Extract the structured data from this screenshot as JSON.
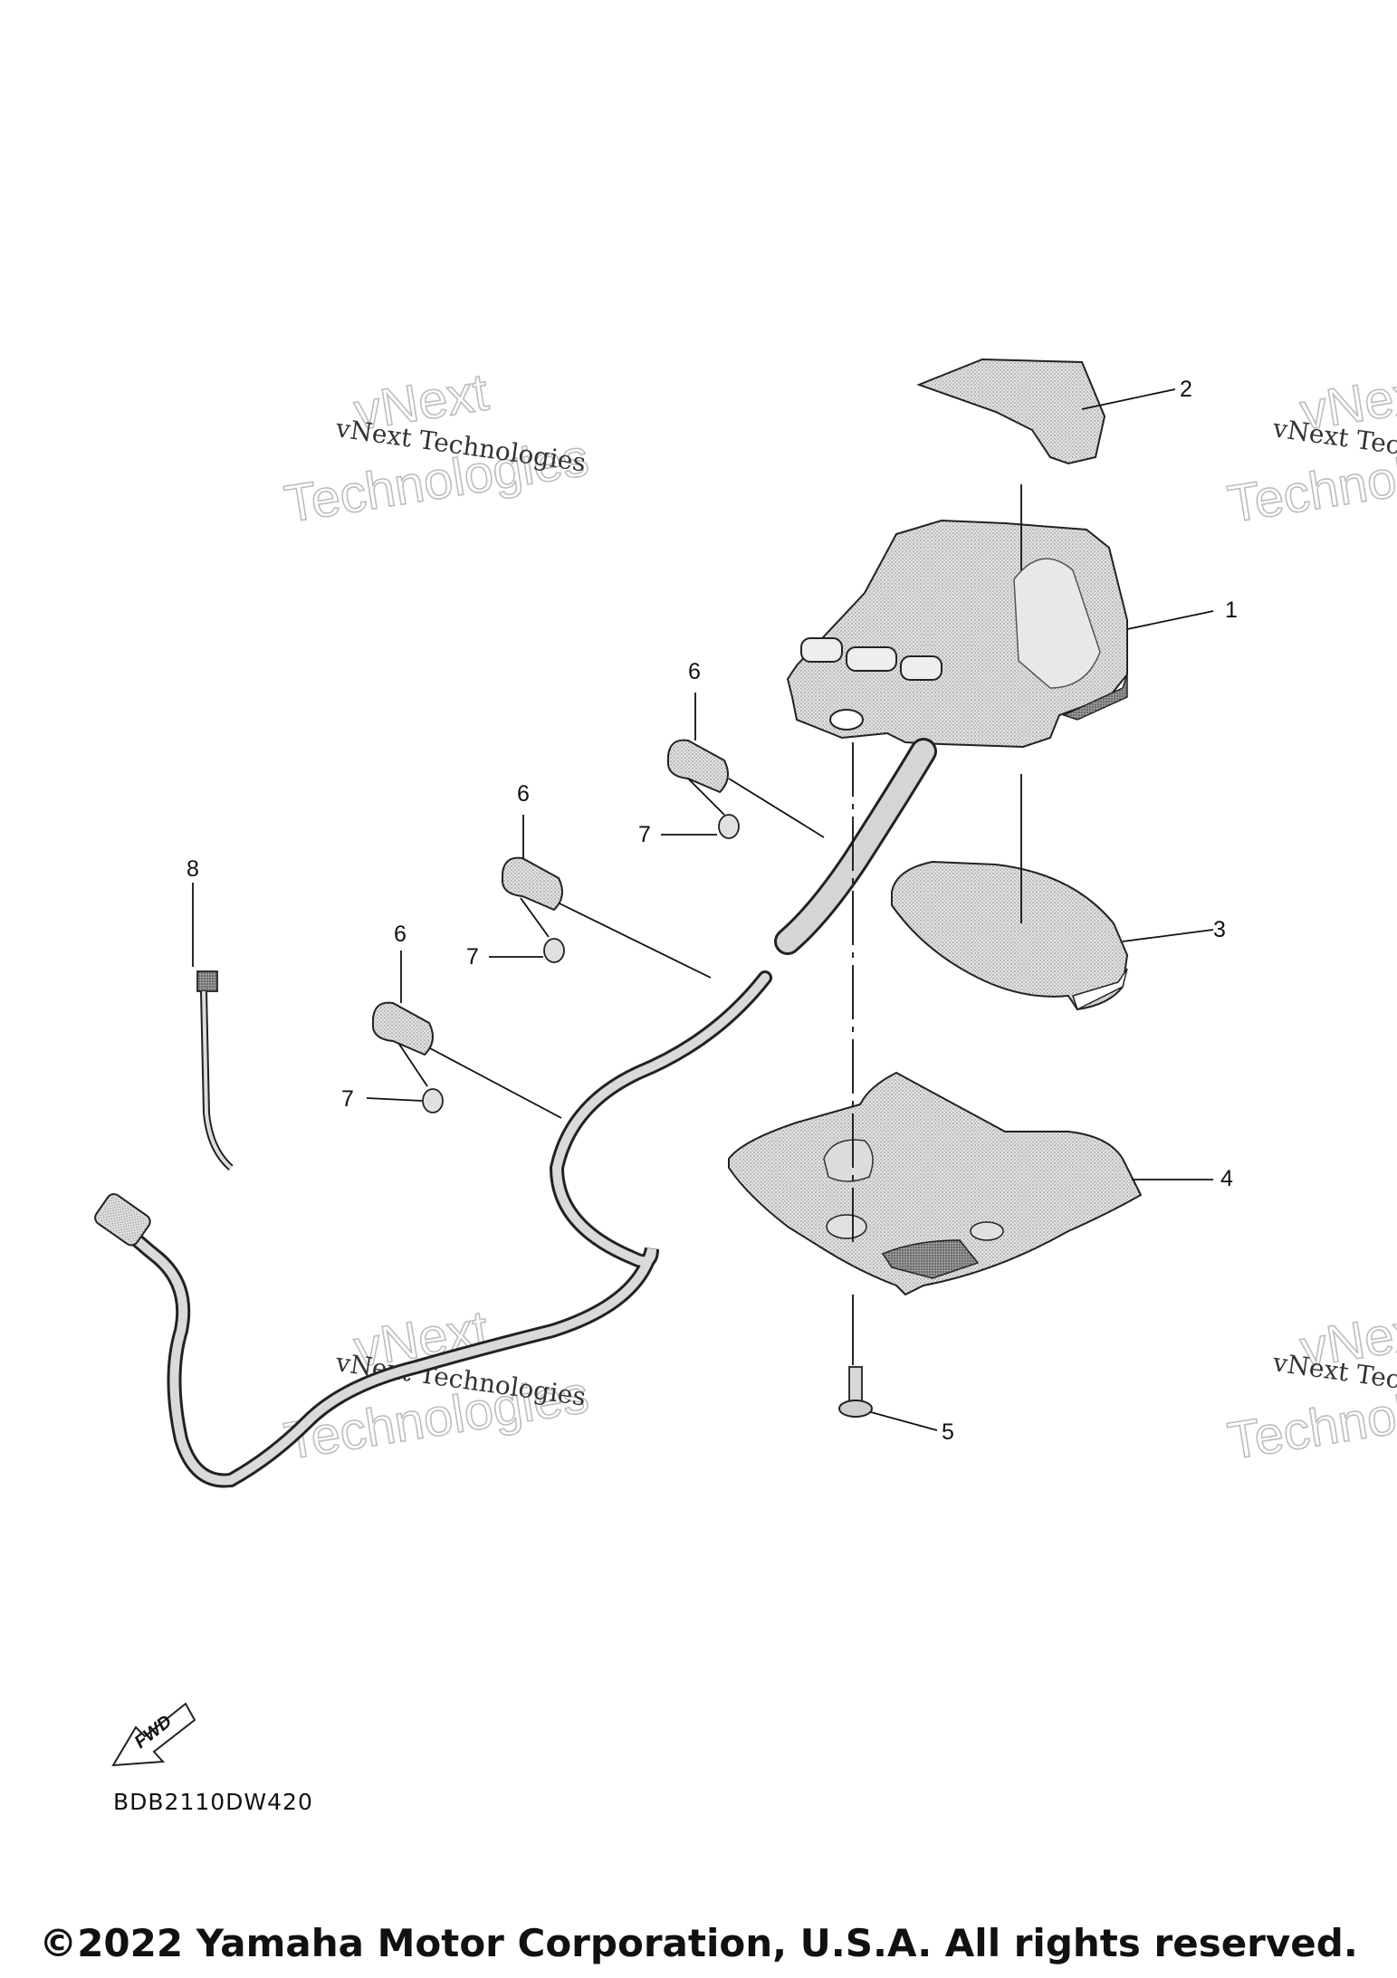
{
  "figure_code": "BDB2110DW420",
  "copyright": "©2022 Yamaha Motor Corporation, U.S.A. All rights reserved.",
  "fwd_label": "FWD",
  "watermark": {
    "line1": "vNext Technologies",
    "line2a": "vNext",
    "line2b": "Technologies"
  },
  "callouts": [
    {
      "id": "c1",
      "text": "1"
    },
    {
      "id": "c2",
      "text": "2"
    },
    {
      "id": "c3",
      "text": "3"
    },
    {
      "id": "c4",
      "text": "4"
    },
    {
      "id": "c5",
      "text": "5"
    },
    {
      "id": "c6a",
      "text": "6"
    },
    {
      "id": "c6b",
      "text": "6"
    },
    {
      "id": "c6c",
      "text": "6"
    },
    {
      "id": "c7a",
      "text": "7"
    },
    {
      "id": "c7b",
      "text": "7"
    },
    {
      "id": "c7c",
      "text": "7"
    },
    {
      "id": "c8",
      "text": "8"
    }
  ],
  "colors": {
    "line": "#111111",
    "part_fill": "#cfcfcf",
    "part_dark": "#8a8a8a",
    "watermark": "#bdbdbd"
  }
}
